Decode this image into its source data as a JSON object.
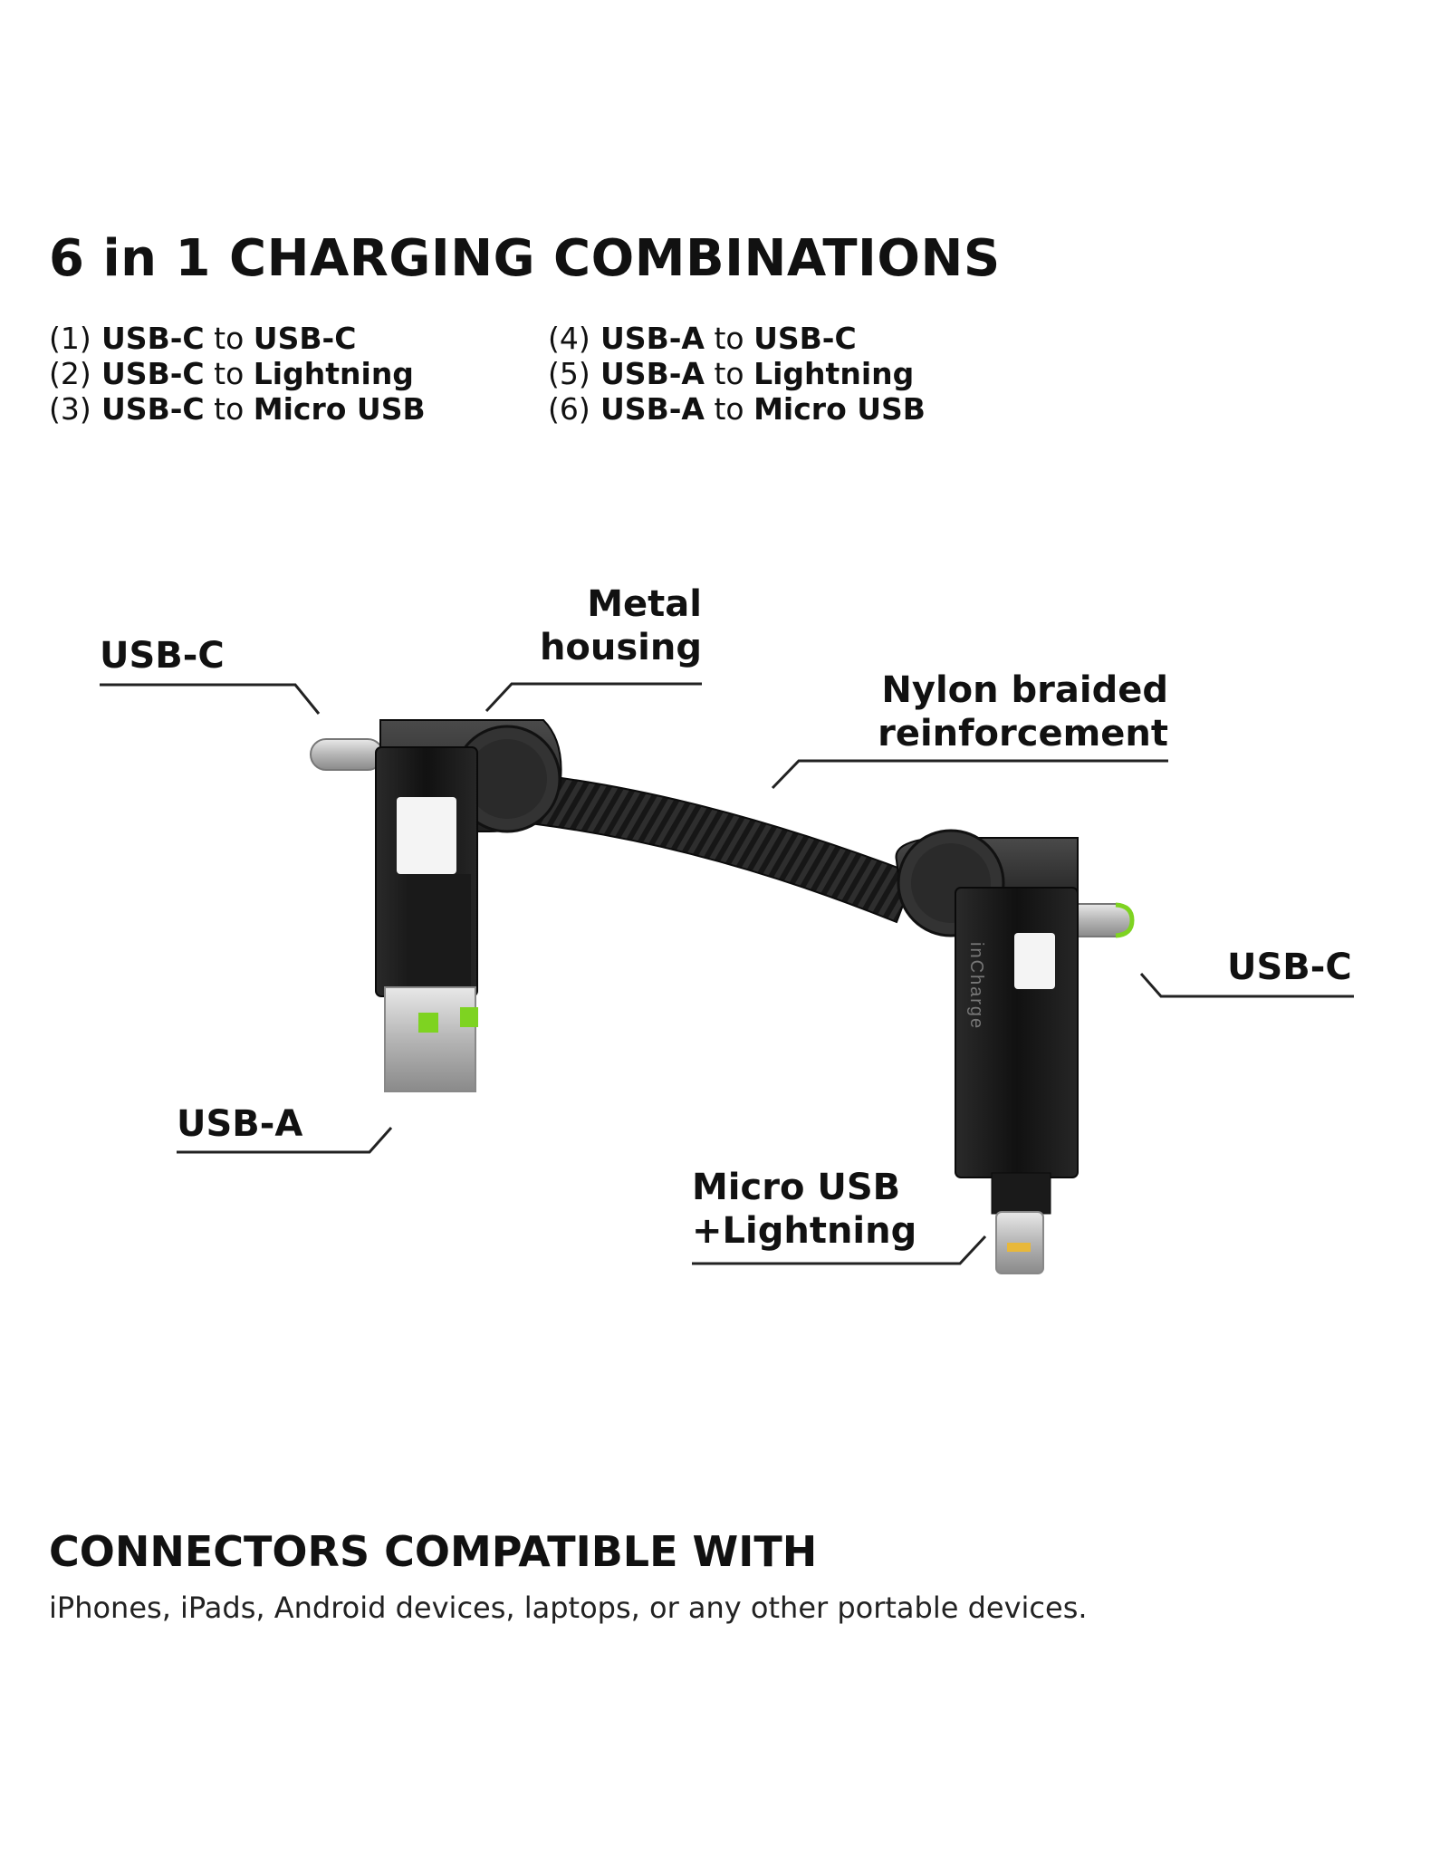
{
  "heading": "6 in 1 CHARGING COMBINATIONS",
  "combinations": [
    {
      "num": "(1)",
      "from": "USB-C",
      "sep": "to",
      "to": "USB-C"
    },
    {
      "num": "(2)",
      "from": "USB-C",
      "sep": "to",
      "to": "Lightning"
    },
    {
      "num": "(3)",
      "from": "USB-C",
      "sep": "to",
      "to": "Micro USB"
    },
    {
      "num": "(4)",
      "from": "USB-A",
      "sep": "to",
      "to": "USB-C"
    },
    {
      "num": "(5)",
      "from": "USB-A",
      "sep": "to",
      "to": "Lightning"
    },
    {
      "num": "(6)",
      "from": "USB-A",
      "sep": "to",
      "to": "Micro USB"
    }
  ],
  "labels": {
    "usbc_left": "USB-C",
    "metal_1": "Metal",
    "metal_2": "housing",
    "nylon_1": "Nylon braided",
    "nylon_2": "reinforcement",
    "usbc_right": "USB-C",
    "usba": "USB-A",
    "micro_1": "Micro USB",
    "micro_2": "+Lightning"
  },
  "brand_text": "inCharge",
  "colors": {
    "accent_green": "#7ed321",
    "cable_black": "#1a1a1a"
  },
  "compatible": {
    "title": "CONNECTORS COMPATIBLE WITH",
    "text": "iPhones, iPads, Android devices, laptops, or any other portable devices."
  }
}
